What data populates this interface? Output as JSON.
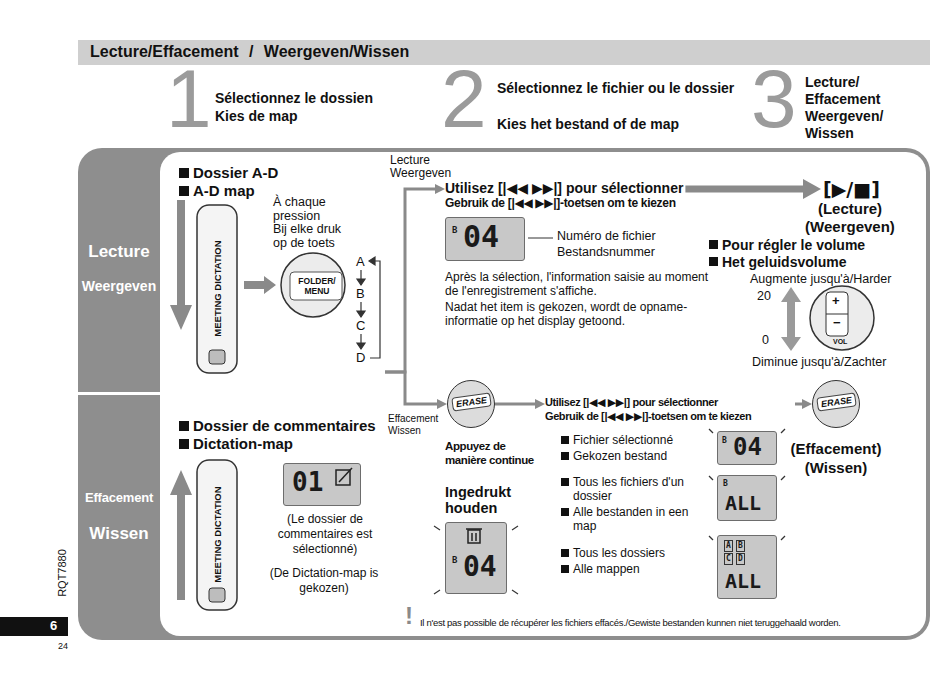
{
  "diagram": {
    "title": "Lecture/Effacement / Weergeven/Wissen",
    "nodes": [
      {
        "text": [
          "Lecture",
          "Weergeven"
        ]
      },
      {
        "text": [
          "Effacement",
          "Wissen"
        ]
      },
      {
        "text": [
          "Dossier A-D",
          "A-D map",
          "À chaque pression",
          "Bij elke druk op de toets"
        ]
      },
      {
        "text": [
          "Dossier de commentaires",
          "Dictation-map"
        ]
      },
      {
        "text": [
          "01"
        ],
        "in": 3
      },
      {
        "text": [
          "Utilisez [|◀◀ ▶▶|] pour sélectionner",
          "Gebruik de [|◀◀ ▶▶|]-toetsen om te kiezen"
        ]
      },
      {
        "text": [
          "B",
          "04"
        ],
        "in": 5
      },
      {
        "text": [
          "[▶/■]"
        ]
      },
      {
        "text": [
          "ERASE"
        ]
      },
      {
        "text": [
          "B",
          "04"
        ]
      },
      {
        "text": [
          "Utilisez [|◀◀ ▶▶|] pour sélectionner",
          "Gebruik de [|◀◀ ▶▶|]-toetsen om te kiezen"
        ]
      },
      {
        "text": [
          "B",
          "04"
        ],
        "in": 10
      },
      {
        "text": [
          "B",
          "ALL"
        ],
        "in": 10
      },
      {
        "text": [
          "A",
          "B",
          "C",
          "D",
          "ALL"
        ],
        "in": 10
      },
      {
        "text": [
          "ERASE"
        ]
      }
    ],
    "edges": [
      {
        "from": 2,
        "to": 5,
        "arrow": "to",
        "label": "Lecture Weergeven"
      },
      {
        "from": 2,
        "to": 8,
        "arrow": "to",
        "label": "Effacement Wissen"
      },
      {
        "from": 5,
        "to": 7,
        "arrow": "to"
      },
      {
        "from": 8,
        "to": 10,
        "arrow": "to"
      },
      {
        "from": 10,
        "to": 14,
        "arrow": "to"
      }
    ],
    "labels": [
      "1",
      "Sélectionnez le dossien",
      "Kies de map",
      "2",
      "Sélectionnez le fichier ou le dossier",
      "Kies het bestand of de map",
      "3",
      "Lecture/ Effacement",
      "Weergeven/ Wissen",
      "MEETING DICTATION",
      "FOLDER/ MENU",
      "A",
      "B",
      "C",
      "D",
      "MEETING DICTATION",
      "(Le dossier de commentaires est sélectionné)",
      "(De Dictation-map is gekozen)",
      "Numéro de fichier",
      "Bestandsnummer",
      "Après la sélection, l'information saisie au moment de l'enregistrement s'affiche.",
      "Nadat het item is gekozen, wordt de opname-informatie op het display getoond.",
      "(Lecture)",
      "(Weergeven)",
      "Pour régler le volume",
      "Het geluidsvolume",
      "Augmente jusqu'à/Harder",
      "20",
      "0",
      "Diminue jusqu'à/Zachter",
      "+",
      "−",
      "VOL",
      "Appuyez de manière continue",
      "Ingedrukt houden",
      "Fichier sélectionné",
      "Gekozen bestand",
      "Tous les fichiers d'un dossier",
      "Alle bestanden in een map",
      "Tous les dossiers",
      "Alle mappen",
      "(Effacement)",
      "(Wissen)",
      "!",
      "Il n'est pas possible de récupérer les fichiers effacés./Gewiste bestanden kunnen niet teruggehaald worden.",
      "RQT7880",
      "6",
      "24"
    ]
  }
}
